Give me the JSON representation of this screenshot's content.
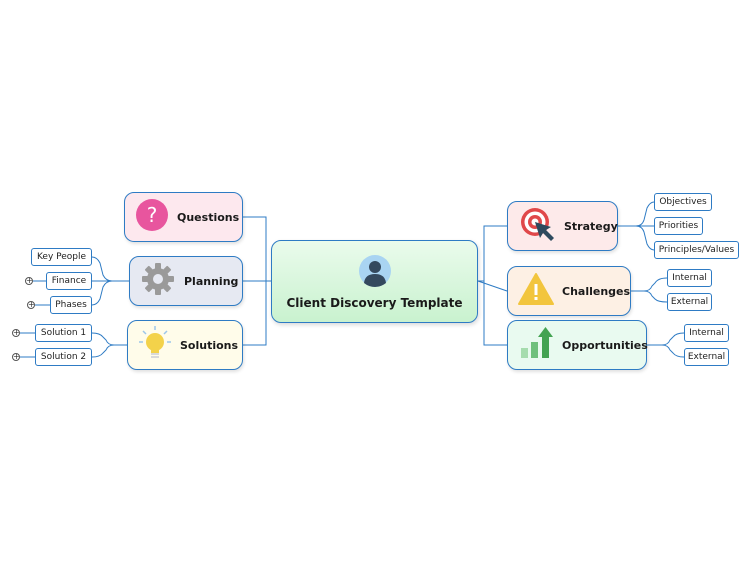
{
  "center": {
    "title": "Client Discovery Template",
    "icon": "person-icon"
  },
  "topics": {
    "questions": {
      "label": "Questions",
      "icon": "question-icon",
      "color": "#e8559e",
      "bg": "#fde8ee"
    },
    "planning": {
      "label": "Planning",
      "icon": "gear-icon",
      "color": "#9a9a9a",
      "bg": "#e6e9f2",
      "children": [
        "Key People",
        "Finance",
        "Phases"
      ]
    },
    "solutions": {
      "label": "Solutions",
      "icon": "lightbulb-icon",
      "color": "#f3d24a",
      "bg": "#fffcea",
      "children": [
        "Solution 1",
        "Solution 2"
      ]
    },
    "strategy": {
      "label": "Strategy",
      "icon": "target-icon",
      "color": "#e0484a",
      "bg": "#fdeaea",
      "children": [
        "Objectives",
        "Priorities",
        "Principles/Values"
      ]
    },
    "challenges": {
      "label": "Challenges",
      "icon": "warning-icon",
      "color": "#f2c53d",
      "bg": "#fdf0e4",
      "children": [
        "Internal",
        "External"
      ]
    },
    "opportunities": {
      "label": "Opportunities",
      "icon": "growth-chart-icon",
      "color": "#43a352",
      "bg": "#e9faf0",
      "children": [
        "Internal",
        "External"
      ]
    }
  }
}
